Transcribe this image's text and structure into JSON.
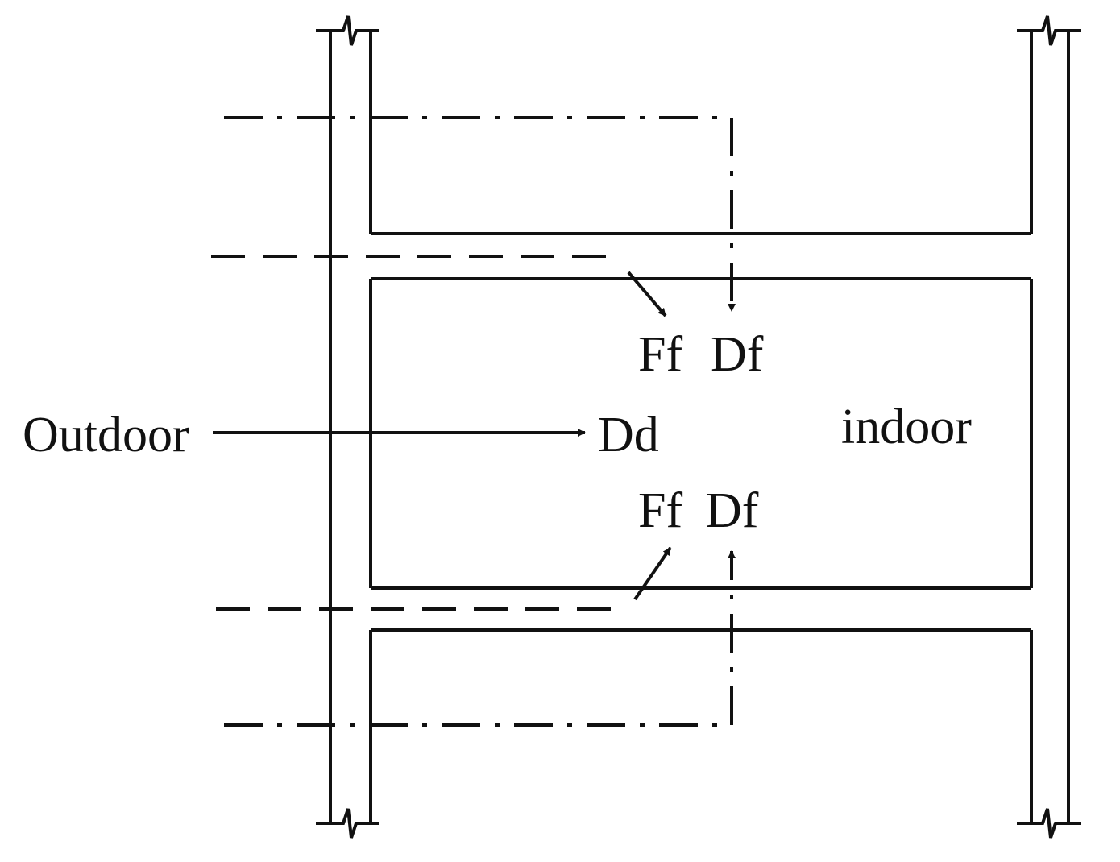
{
  "diagram": {
    "labels": {
      "outdoor": "Outdoor",
      "indoor": "indoor",
      "direct": "Dd",
      "upper_ff": "Ff",
      "upper_df": "Df",
      "lower_ff": "Ff",
      "lower_df": "Df"
    },
    "colors": {
      "stroke": "#111111",
      "background": "#ffffff"
    }
  }
}
